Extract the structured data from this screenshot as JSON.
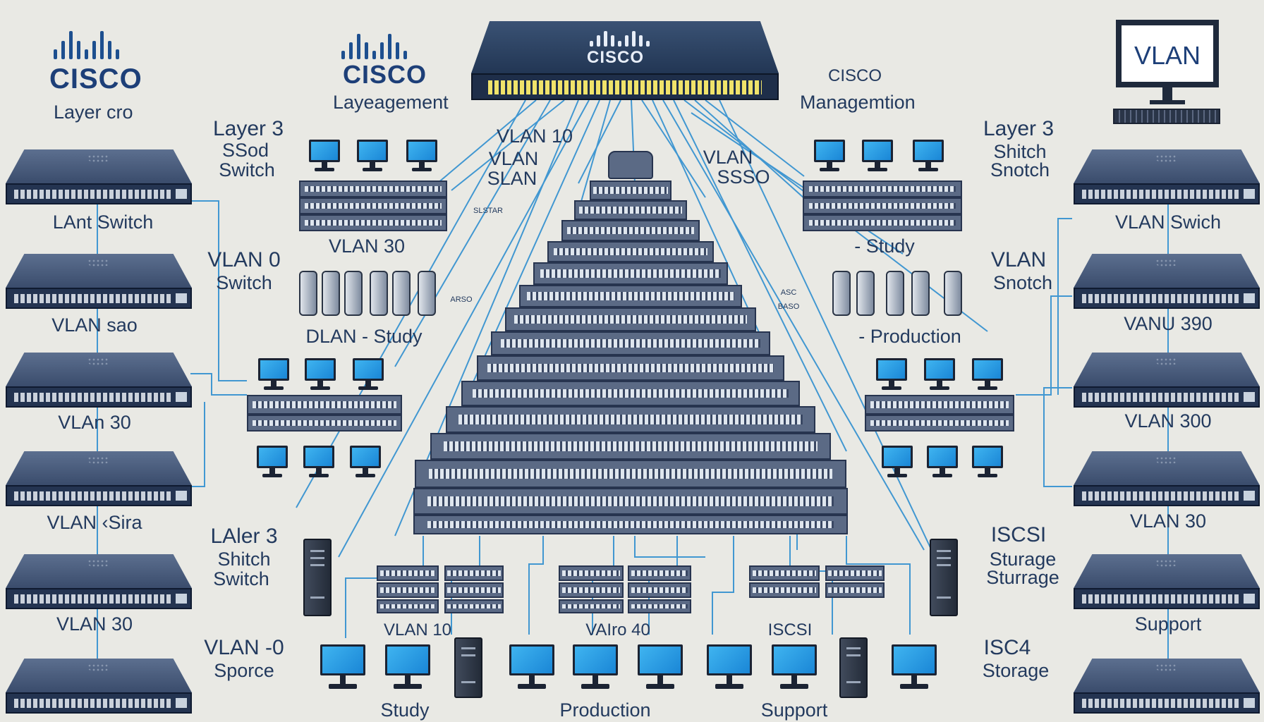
{
  "brand": {
    "logo_left": "CISCO",
    "logo_mid": "CISCO",
    "logo_core": "CISCO"
  },
  "colors": {
    "background": "#e9e9e4",
    "wire": "#2f8fd0",
    "label": "#233a5e",
    "switch_body": "#3a4c6c",
    "monitor_screen": "#1a86d6",
    "port_highlight": "#f0e36a"
  },
  "icons": [
    "switch-icon",
    "monitor-icon",
    "server-icon",
    "storage-drive-icon",
    "cisco-logo-icon",
    "keyboard-icon"
  ],
  "vlan_monitor": {
    "text": "VLAN"
  },
  "labels": {
    "logo_left_sub": "Layer cro",
    "logo_mid_sub": "Layeagement",
    "core_right_1": "CISCO",
    "core_right_2": "Managemtion",
    "left_col": [
      "LAnt Switch",
      "VLAN sao",
      "VLAn 30",
      "VLAN ‹Sira",
      "VLAN 30"
    ],
    "left_inner_1a": "Layer 3",
    "left_inner_1b": "SSod",
    "left_inner_1c": "Switch",
    "left_inner_2a": "VLAN 0",
    "left_inner_2b": "Switch",
    "left_inner_3a": "LAler 3",
    "left_inner_3b": "Shitch",
    "left_inner_3c": "Switch",
    "left_inner_4a": "VLAN -0",
    "left_inner_4b": "Sporce",
    "mid_left_1": "VLAN 10",
    "mid_left_2": "VLAN",
    "mid_left_3": "SLAN",
    "mid_left_tiny_1": "SLSTAR",
    "mid_left_4": "VLAN 30",
    "mid_left_5": "DLAN - Study",
    "mid_left_tiny_2": "ARSO",
    "mid_right_1": "VLAN",
    "mid_right_2": "SSSO",
    "mid_right_3": "- Study",
    "mid_right_tiny_1": "ASC",
    "mid_right_tiny_2": "BASO",
    "mid_right_4": "- Production",
    "right_inner_1a": "Layer 3",
    "right_inner_1b": "Shitch",
    "right_inner_1c": "Snotch",
    "right_inner_2a": "VLAN",
    "right_inner_2b": "Snotch",
    "right_inner_3a": "ISCSI",
    "right_inner_3b": "Sturage",
    "right_inner_3c": "Sturrage",
    "right_inner_4a": "ISC4",
    "right_inner_4b": "Storage",
    "right_col": [
      "VLAN Swich",
      "VANU 390",
      "VLAN 300",
      "VLAN  30",
      "Support"
    ],
    "bottom_group_1": "VLAN 10",
    "bottom_group_2": "VAIro   40",
    "bottom_group_3": "ISCSI",
    "bottom_1": "Study",
    "bottom_2": "Production",
    "bottom_3": "Support"
  }
}
